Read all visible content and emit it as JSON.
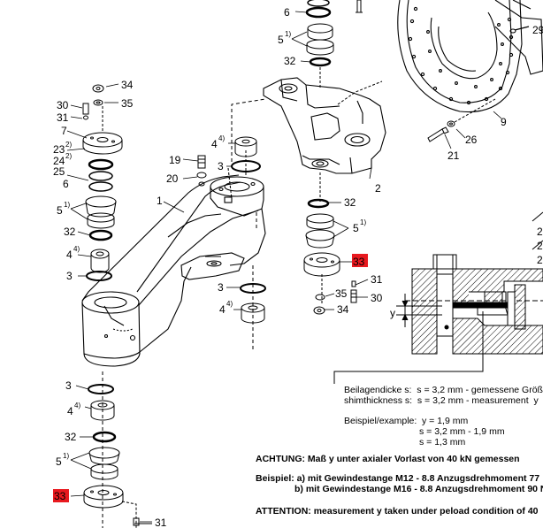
{
  "colors": {
    "highlight": "#e8191f",
    "ink": "#000000"
  },
  "callouts": {
    "n34a": "34",
    "n35a": "35",
    "n30a": "30",
    "n31a": "31",
    "n7": "7",
    "n23": "23",
    "n24": "24",
    "n25": "25",
    "n6a": "6",
    "n5a": "5",
    "n32a": "32",
    "n4a": "4",
    "n3a": "3",
    "n1": "1",
    "n19": "19",
    "n20": "20",
    "n3b": "3",
    "n4b": "4",
    "n3c": "3",
    "n4c": "4",
    "n32b": "32",
    "n5b": "5",
    "n33a": "33",
    "n31b": "31",
    "n6b": "6",
    "n5c": "5",
    "n32c": "32",
    "n4d": "4",
    "n3d": "3",
    "n2": "2",
    "n32d": "32",
    "n5d": "5",
    "n33b": "33",
    "n31c": "31",
    "n35b": "35",
    "n30b": "30",
    "n34b": "34",
    "n9": "9",
    "n26": "26",
    "n21": "21",
    "n29": "29",
    "y": "y",
    "sup1": "1)",
    "sup2": "2)",
    "sup4": "4)"
  },
  "notes": {
    "beilage_de": "Beilagendicke s:  s = 3,2 mm - gemessene Größ",
    "beilage_en": "shimthickness s:  s = 3,2 mm - measurement  y",
    "example_label": "Beispiel/example:",
    "example_y": "y = 1,9 mm",
    "example_s1": "s = 3,2 mm - 1,9 mm",
    "example_s2": "s = 1,3 mm",
    "achtung": "ACHTUNG: Maß y unter axialer Vorlast von 40 kN gemessen",
    "beispiel_a": "Beispiel: a) mit Gewindestange M12 - 8.8 Anzugsdrehmoment 77",
    "beispiel_b": "b) mit Gewindestange M16 - 8.8 Anzugsdrehmoment 90 N",
    "attention": "ATTENTION: measurement y taken under peload condition of 40"
  }
}
